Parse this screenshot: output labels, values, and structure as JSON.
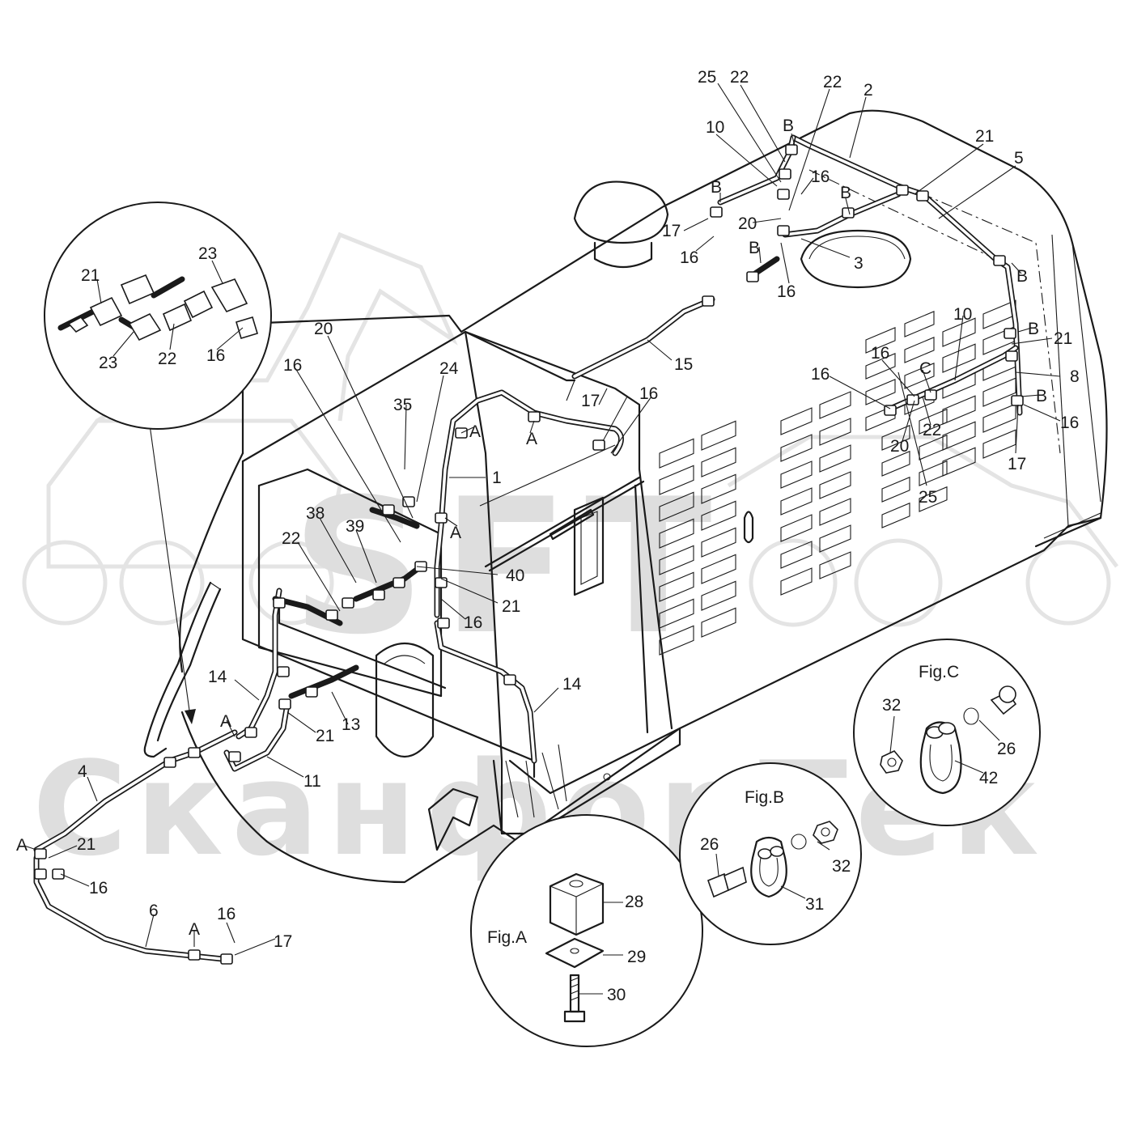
{
  "watermark": {
    "logo": "SFT",
    "brand": "СканфорТек"
  },
  "figures": {
    "fig_a": "Fig.A",
    "fig_b": "Fig.B",
    "fig_c": "Fig.C"
  },
  "callouts": {
    "c25_top": "25",
    "c22_top1": "22",
    "c22_top2": "22",
    "c2": "2",
    "c10_top": "10",
    "cB_top": "B",
    "c21_tr": "21",
    "c5": "5",
    "c16_top": "16",
    "cB_l": "B",
    "cB_m": "B",
    "c17_top": "17",
    "c20_top": "20",
    "c16_tl": "16",
    "cB_lo": "B",
    "c3": "3",
    "c16_mid": "16",
    "cB_r1": "B",
    "c10_r": "10",
    "cB_r2": "B",
    "c21_r": "21",
    "c16_c1": "16",
    "c16_c2": "16",
    "cC": "C",
    "c8": "8",
    "cB_r3": "B",
    "c16_r": "16",
    "c20_c": "20",
    "c22_c": "22",
    "c17_r": "17",
    "c25_c": "25",
    "c15": "15",
    "c20_m": "20",
    "c16_m1": "16",
    "c24": "24",
    "c35": "35",
    "c17_m": "17",
    "c16_m2": "16",
    "cA_m1": "A",
    "cA_m2": "A",
    "c1": "1",
    "cA_m3": "A",
    "c38": "38",
    "c39": "39",
    "c22_m": "22",
    "c40": "40",
    "c21_m": "21",
    "c16_m3": "16",
    "c14_l": "14",
    "c14_r": "14",
    "cA_l": "A",
    "c21_l": "21",
    "c13": "13",
    "c11": "11",
    "c4": "4",
    "cA_bl": "A",
    "c21_bl": "21",
    "c16_bl": "16",
    "c6": "6",
    "cA_b": "A",
    "c16_b": "16",
    "c17_b": "17"
  },
  "detail_circle": {
    "c23_a": "23",
    "c21": "21",
    "c23_b": "23",
    "c22": "22",
    "c16": "16"
  },
  "fig_a_labels": {
    "c28": "28",
    "c29": "29",
    "c30": "30"
  },
  "fig_b_labels": {
    "c26": "26",
    "c32": "32",
    "c31": "31"
  },
  "fig_c_labels": {
    "c32": "32",
    "c26": "26",
    "c42": "42"
  }
}
